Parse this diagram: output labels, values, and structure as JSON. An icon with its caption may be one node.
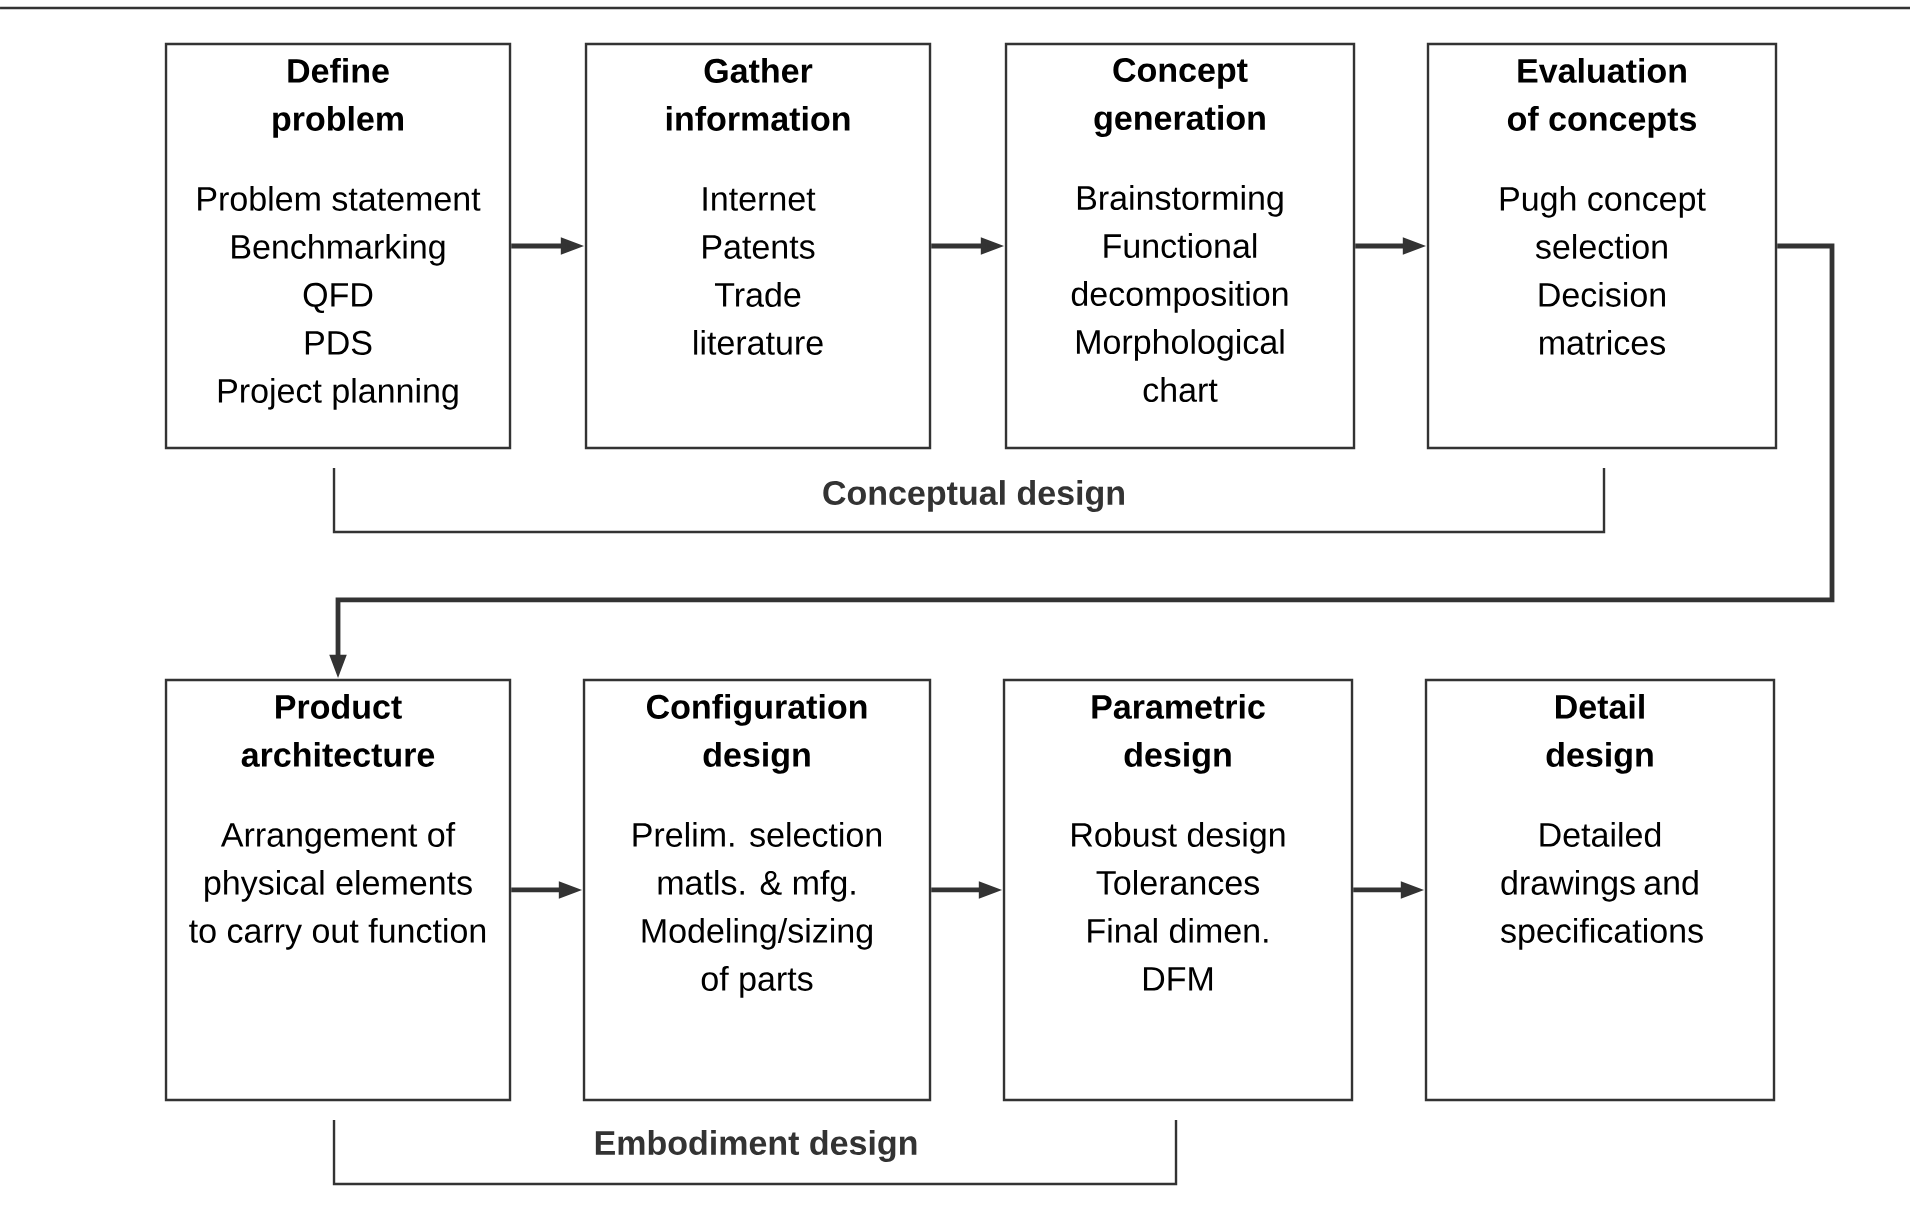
{
  "diagram": {
    "nodes": [
      {
        "text": [
          "Define problem",
          "Problem statement",
          "Benchmarking",
          "QFD",
          "PDS",
          "Project planning"
        ]
      },
      {
        "text": [
          "Gather information",
          "Internet",
          "Patents",
          "Trade literature"
        ]
      },
      {
        "text": [
          "Concept generation",
          "Brainstorming",
          "Functional decomposition",
          "Morphological chart"
        ]
      },
      {
        "text": [
          "Evaluation of concepts",
          "Pugh concept selection",
          "Decision matrices"
        ]
      },
      {
        "text": [
          "Product architecture",
          "Arrangement of physical elements to carry out function"
        ]
      },
      {
        "text": [
          "Configuration design",
          "Prelim. selection matls. & mfg.",
          "Modeling/sizing of parts"
        ]
      },
      {
        "text": [
          "Parametric design",
          "Robust design",
          "Tolerances",
          "Final dimen.",
          "DFM"
        ]
      },
      {
        "text": [
          "Detail design",
          "Detailed drawings and specifications"
        ]
      }
    ],
    "edges": [
      {
        "from": 0,
        "to": 1,
        "arrow": "to"
      },
      {
        "from": 1,
        "to": 2,
        "arrow": "to"
      },
      {
        "from": 2,
        "to": 3,
        "arrow": "to"
      },
      {
        "from": 3,
        "to": 4,
        "arrow": "to"
      },
      {
        "from": 4,
        "to": 5,
        "arrow": "to"
      },
      {
        "from": 5,
        "to": 6,
        "arrow": "to"
      },
      {
        "from": 6,
        "to": 7,
        "arrow": "to"
      }
    ],
    "labels": [
      "Conceptual design",
      "Embodiment design"
    ]
  }
}
